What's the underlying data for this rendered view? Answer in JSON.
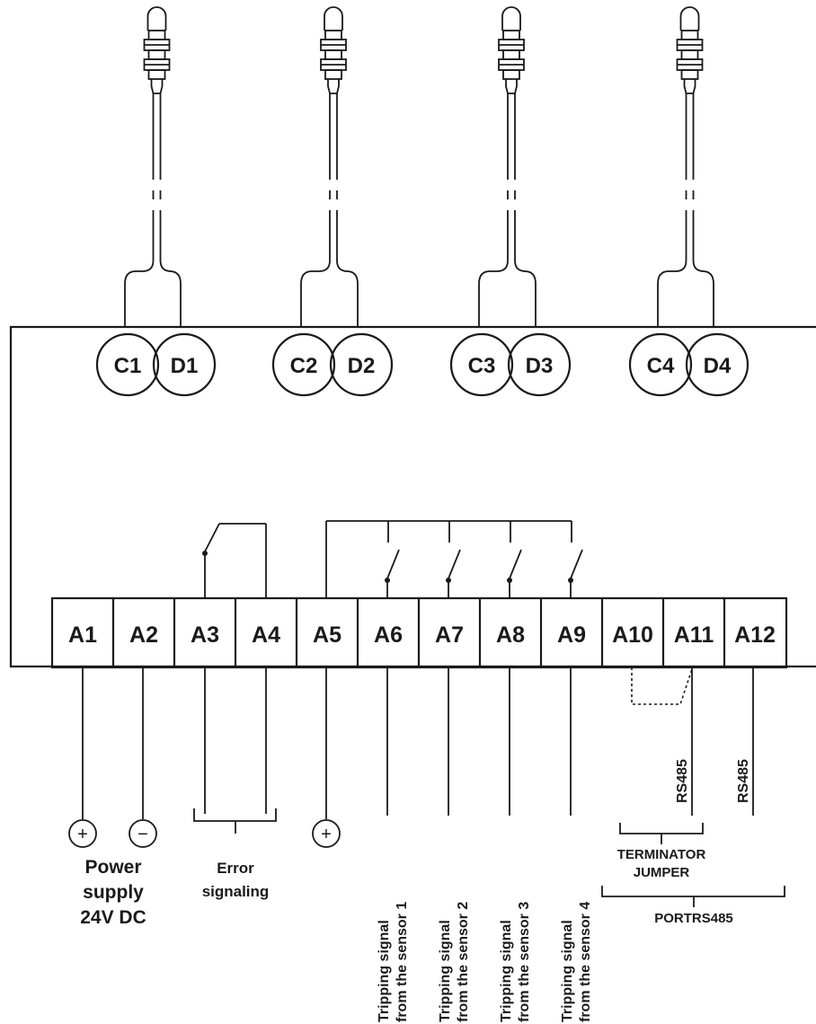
{
  "connectors": [
    {
      "c": "C1",
      "d": "D1"
    },
    {
      "c": "C2",
      "d": "D2"
    },
    {
      "c": "C3",
      "d": "D3"
    },
    {
      "c": "C4",
      "d": "D4"
    }
  ],
  "terminals": [
    "A1",
    "A2",
    "A3",
    "A4",
    "A5",
    "A6",
    "A7",
    "A8",
    "A9",
    "A10",
    "A11",
    "A12"
  ],
  "signs": {
    "plus": "+",
    "minus": "−"
  },
  "labels": {
    "power_line1": "Power",
    "power_line2": "supply",
    "power_line3": "24V DC",
    "error_line1": "Error",
    "error_line2": "signaling",
    "rs485_a11": "RS485",
    "rs485_a12": "RS485",
    "terminator_line1": "TERMINATOR",
    "terminator_line2": "JUMPER",
    "port": "PORTRS485"
  },
  "tripping": [
    {
      "line1": "Tripping signal",
      "line2": "from the sensor 1"
    },
    {
      "line1": "Tripping signal",
      "line2": "from the sensor 2"
    },
    {
      "line1": "Tripping signal",
      "line2": "from the sensor 3"
    },
    {
      "line1": "Tripping signal",
      "line2": "from the sensor 4"
    }
  ]
}
